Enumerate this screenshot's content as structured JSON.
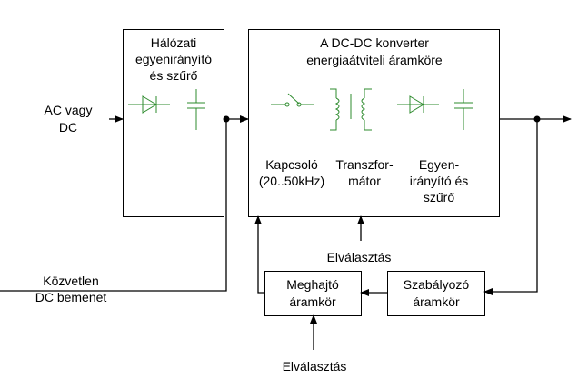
{
  "input": {
    "line1": "AC vagy",
    "line2": "DC"
  },
  "direct_input": {
    "line1": "Közvetlen",
    "line2": "DC bemenet"
  },
  "rectifier_block": {
    "line1": "Hálózati",
    "line2": "egyenirányító",
    "line3": "és szűrő"
  },
  "converter_block": {
    "line1": "A DC-DC konverter",
    "line2": "energiaátviteli áramköre",
    "switch": {
      "line1": "Kapcsoló",
      "line2": "(20..50kHz)"
    },
    "transformer": {
      "line1": "Transzfor-",
      "line2": "mátor"
    },
    "rectifier": {
      "line1": "Egyen-",
      "line2": "irányító és",
      "line3": "szűrő"
    }
  },
  "driver_block": {
    "line1": "Meghajtó",
    "line2": "áramkör"
  },
  "regulator_block": {
    "line1": "Szabályozó",
    "line2": "áramkör"
  },
  "isolation_top": "Elválasztás",
  "isolation_bottom": "Elválasztás",
  "colors": {
    "component": "#2e8b2e",
    "line": "#000000"
  }
}
